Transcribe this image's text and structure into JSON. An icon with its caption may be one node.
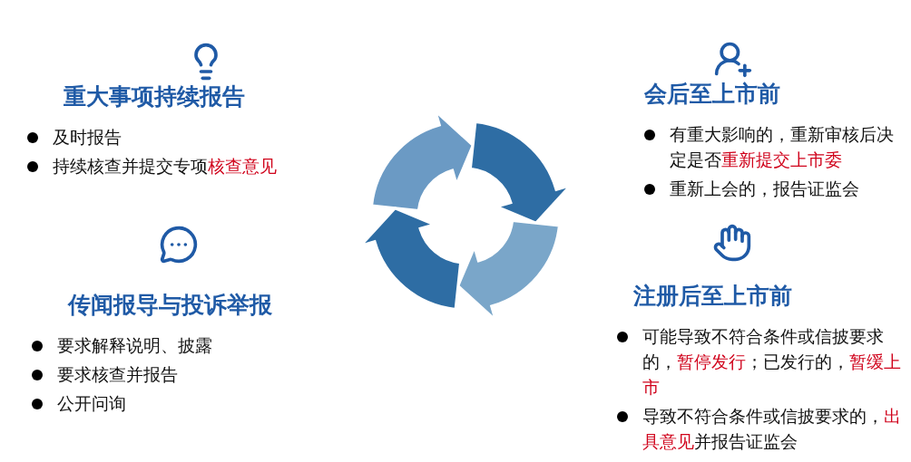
{
  "diagram": {
    "labels": [
      "重大事项持续报告",
      "及时报告",
      "持续核查并提交专项**核查意见**",
      "会后至上市前",
      "有重大影响的，重新审核后决定是否**重新提交上市委**",
      "重新上会的，报告证监会",
      "传闻报导与投诉举报",
      "要求解释说明、披露",
      "要求核查并报告",
      "公开问询",
      "注册后至上市前",
      "可能导致不符合条件或信披要求的，**暂停发行**；已发行的，**暂缓上市**",
      "导致不符合条件或信披要求的，**出具意见**并报告证监会"
    ]
  }
}
